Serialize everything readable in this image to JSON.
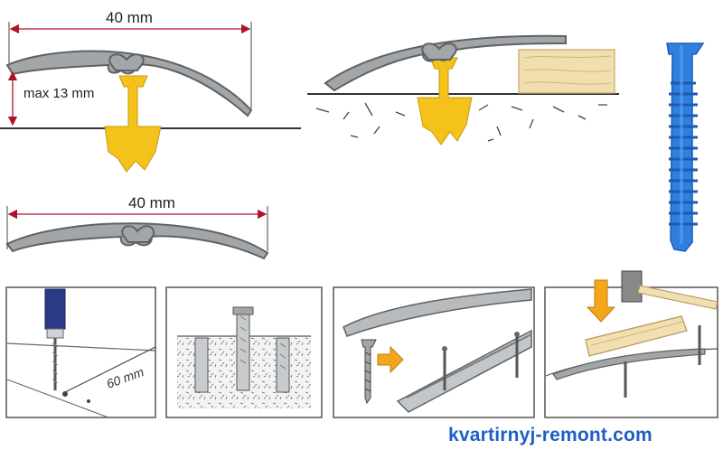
{
  "diagram": {
    "profile_top": {
      "width_label": "40 mm",
      "height_label": "max 13 mm"
    },
    "profile_bottom": {
      "width_label": "40 mm"
    },
    "step_drill": {
      "spacing_label": "60 mm"
    }
  },
  "watermark": {
    "text": "kvartirnyj-remont.com"
  },
  "colors": {
    "profile": "#a3a6a8",
    "profile_outline": "#5f6265",
    "anchor": "#f4c21a",
    "dowel": "#2f7fe0",
    "wood": "#f1dfb0",
    "watermark": "#1f5fc8"
  }
}
